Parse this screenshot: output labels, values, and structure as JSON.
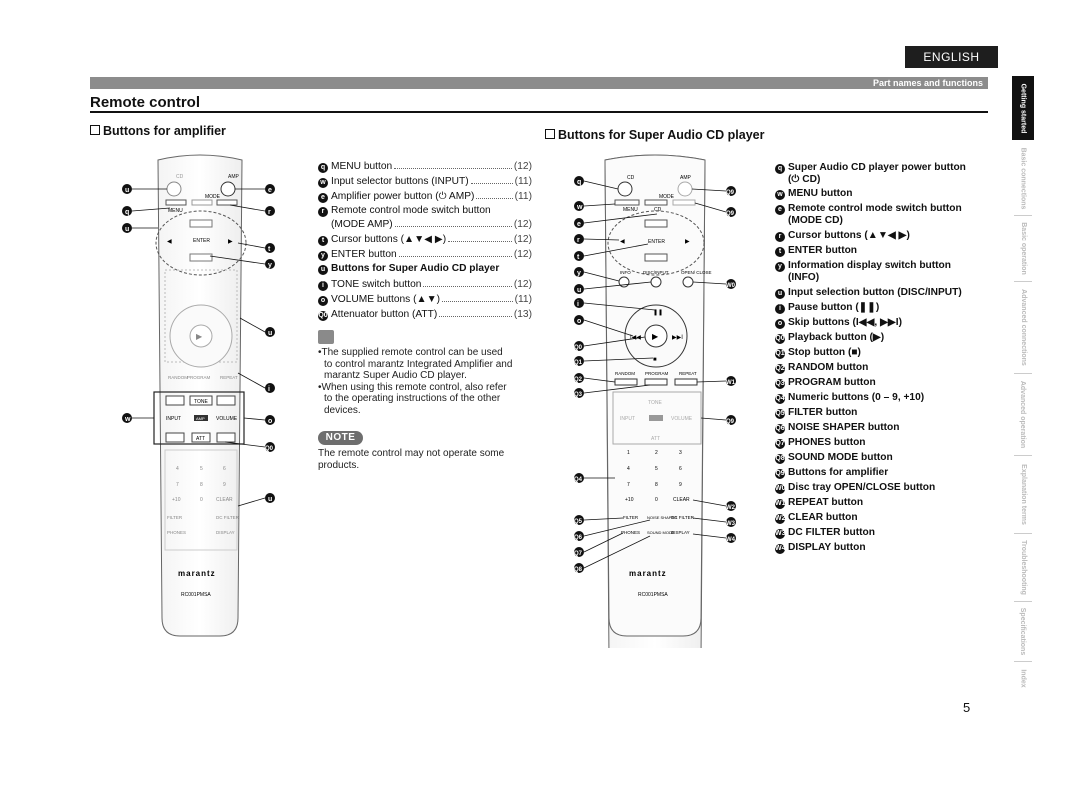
{
  "header": {
    "language": "ENGLISH",
    "section": "Part names and functions",
    "title": "Remote control"
  },
  "sections": {
    "amplifier": "Buttons for amplifier",
    "sacd": "Buttons for Super Audio CD player"
  },
  "amp_list": [
    {
      "n": "q",
      "label": "MENU button",
      "page": "(12)"
    },
    {
      "n": "w",
      "label": "Input selector buttons (INPUT)",
      "page": "(11)"
    },
    {
      "n": "e",
      "label": "Amplifier power button (⏻ AMP)",
      "page": "(11)"
    },
    {
      "n": "r",
      "label": "Remote control mode switch button",
      "label2": "(MODE AMP)",
      "page": "(12)"
    },
    {
      "n": "t",
      "label": "Cursor buttons (▲▼◀ ▶)",
      "page": "(12)"
    },
    {
      "n": "y",
      "label": "ENTER button",
      "page": "(12)"
    },
    {
      "n": "u",
      "label": "Buttons for Super Audio CD player"
    },
    {
      "n": "i",
      "label": "TONE switch button",
      "page": "(12)"
    },
    {
      "n": "o",
      "label": "VOLUME buttons (▲▼)",
      "page": "(11)"
    },
    {
      "n": "Q0",
      "label": "Attenuator button (ATT)",
      "page": "(13)"
    }
  ],
  "notes": {
    "bullet1_l1": "•The supplied remote control can be used",
    "bullet1_l2": "to control marantz Integrated Amplifier and",
    "bullet1_l3": "marantz Super Audio CD player.",
    "bullet2_l1": "•When using this remote control, also refer",
    "bullet2_l2": "to the operating instructions of the other",
    "bullet2_l3": "devices.",
    "note_label": "NOTE",
    "note_l1": "The remote control may not operate some",
    "note_l2": "products."
  },
  "sacd_list": [
    {
      "n": "q",
      "label": "Super Audio CD player power button",
      "label2": "(⏻ CD)"
    },
    {
      "n": "w",
      "label": "MENU button"
    },
    {
      "n": "e",
      "label": "Remote control mode switch button",
      "label2": "(MODE CD)"
    },
    {
      "n": "r",
      "label": "Cursor buttons (▲▼◀ ▶)"
    },
    {
      "n": "t",
      "label": "ENTER button"
    },
    {
      "n": "y",
      "label": "Information display switch button",
      "label2": "(INFO)"
    },
    {
      "n": "u",
      "label": "Input selection button (DISC/INPUT)"
    },
    {
      "n": "i",
      "label": "Pause button (❚❚)"
    },
    {
      "n": "o",
      "label": "Skip buttons (I◀◀, ▶▶I)"
    },
    {
      "n": "Q0",
      "label": "Playback button (▶)"
    },
    {
      "n": "Q1",
      "label": "Stop button (■)"
    },
    {
      "n": "Q2",
      "label": "RANDOM button"
    },
    {
      "n": "Q3",
      "label": "PROGRAM button"
    },
    {
      "n": "Q4",
      "label": "Numeric buttons (0 – 9, +10)"
    },
    {
      "n": "Q5",
      "label": "FILTER button"
    },
    {
      "n": "Q6",
      "label": "NOISE SHAPER button"
    },
    {
      "n": "Q7",
      "label": "PHONES button"
    },
    {
      "n": "Q8",
      "label": "SOUND MODE button"
    },
    {
      "n": "Q9",
      "label": "Buttons for amplifier"
    },
    {
      "n": "W0",
      "label": "Disc tray OPEN/CLOSE button"
    },
    {
      "n": "W1",
      "label": "REPEAT button"
    },
    {
      "n": "W2",
      "label": "CLEAR button"
    },
    {
      "n": "W3",
      "label": "DC FILTER button"
    },
    {
      "n": "W4",
      "label": "DISPLAY button"
    }
  ],
  "remote": {
    "brand": "marantz",
    "model": "RC001PMSA",
    "cd": "CD",
    "amp": "AMP",
    "menu": "MENU",
    "mode": "MODE",
    "enter": "ENTER",
    "info": "INFO",
    "disc_input": "DISC/INPUT",
    "open_close": "OPEN/ CLOSE",
    "random": "RANDOM",
    "program": "PROGRAM",
    "repeat": "REPEAT",
    "tone": "TONE",
    "input": "INPUT",
    "volume": "VOLUME",
    "att": "ATT",
    "clear": "CLEAR",
    "plus10": "+10",
    "filter": "FILTER",
    "noise_shaper": "NOISE SHAPER",
    "dc_filter": "DC FILTER",
    "phones": "PHONES",
    "sound_mode": "SOUND MODE",
    "display": "DISPLAY"
  },
  "side_tabs": [
    "Getting started",
    "Basic connections",
    "Basic operation",
    "Advanced connections",
    "Advanced operation",
    "Explanation terms",
    "Troubleshooting",
    "Specifications",
    "Index"
  ],
  "page_number": "5"
}
